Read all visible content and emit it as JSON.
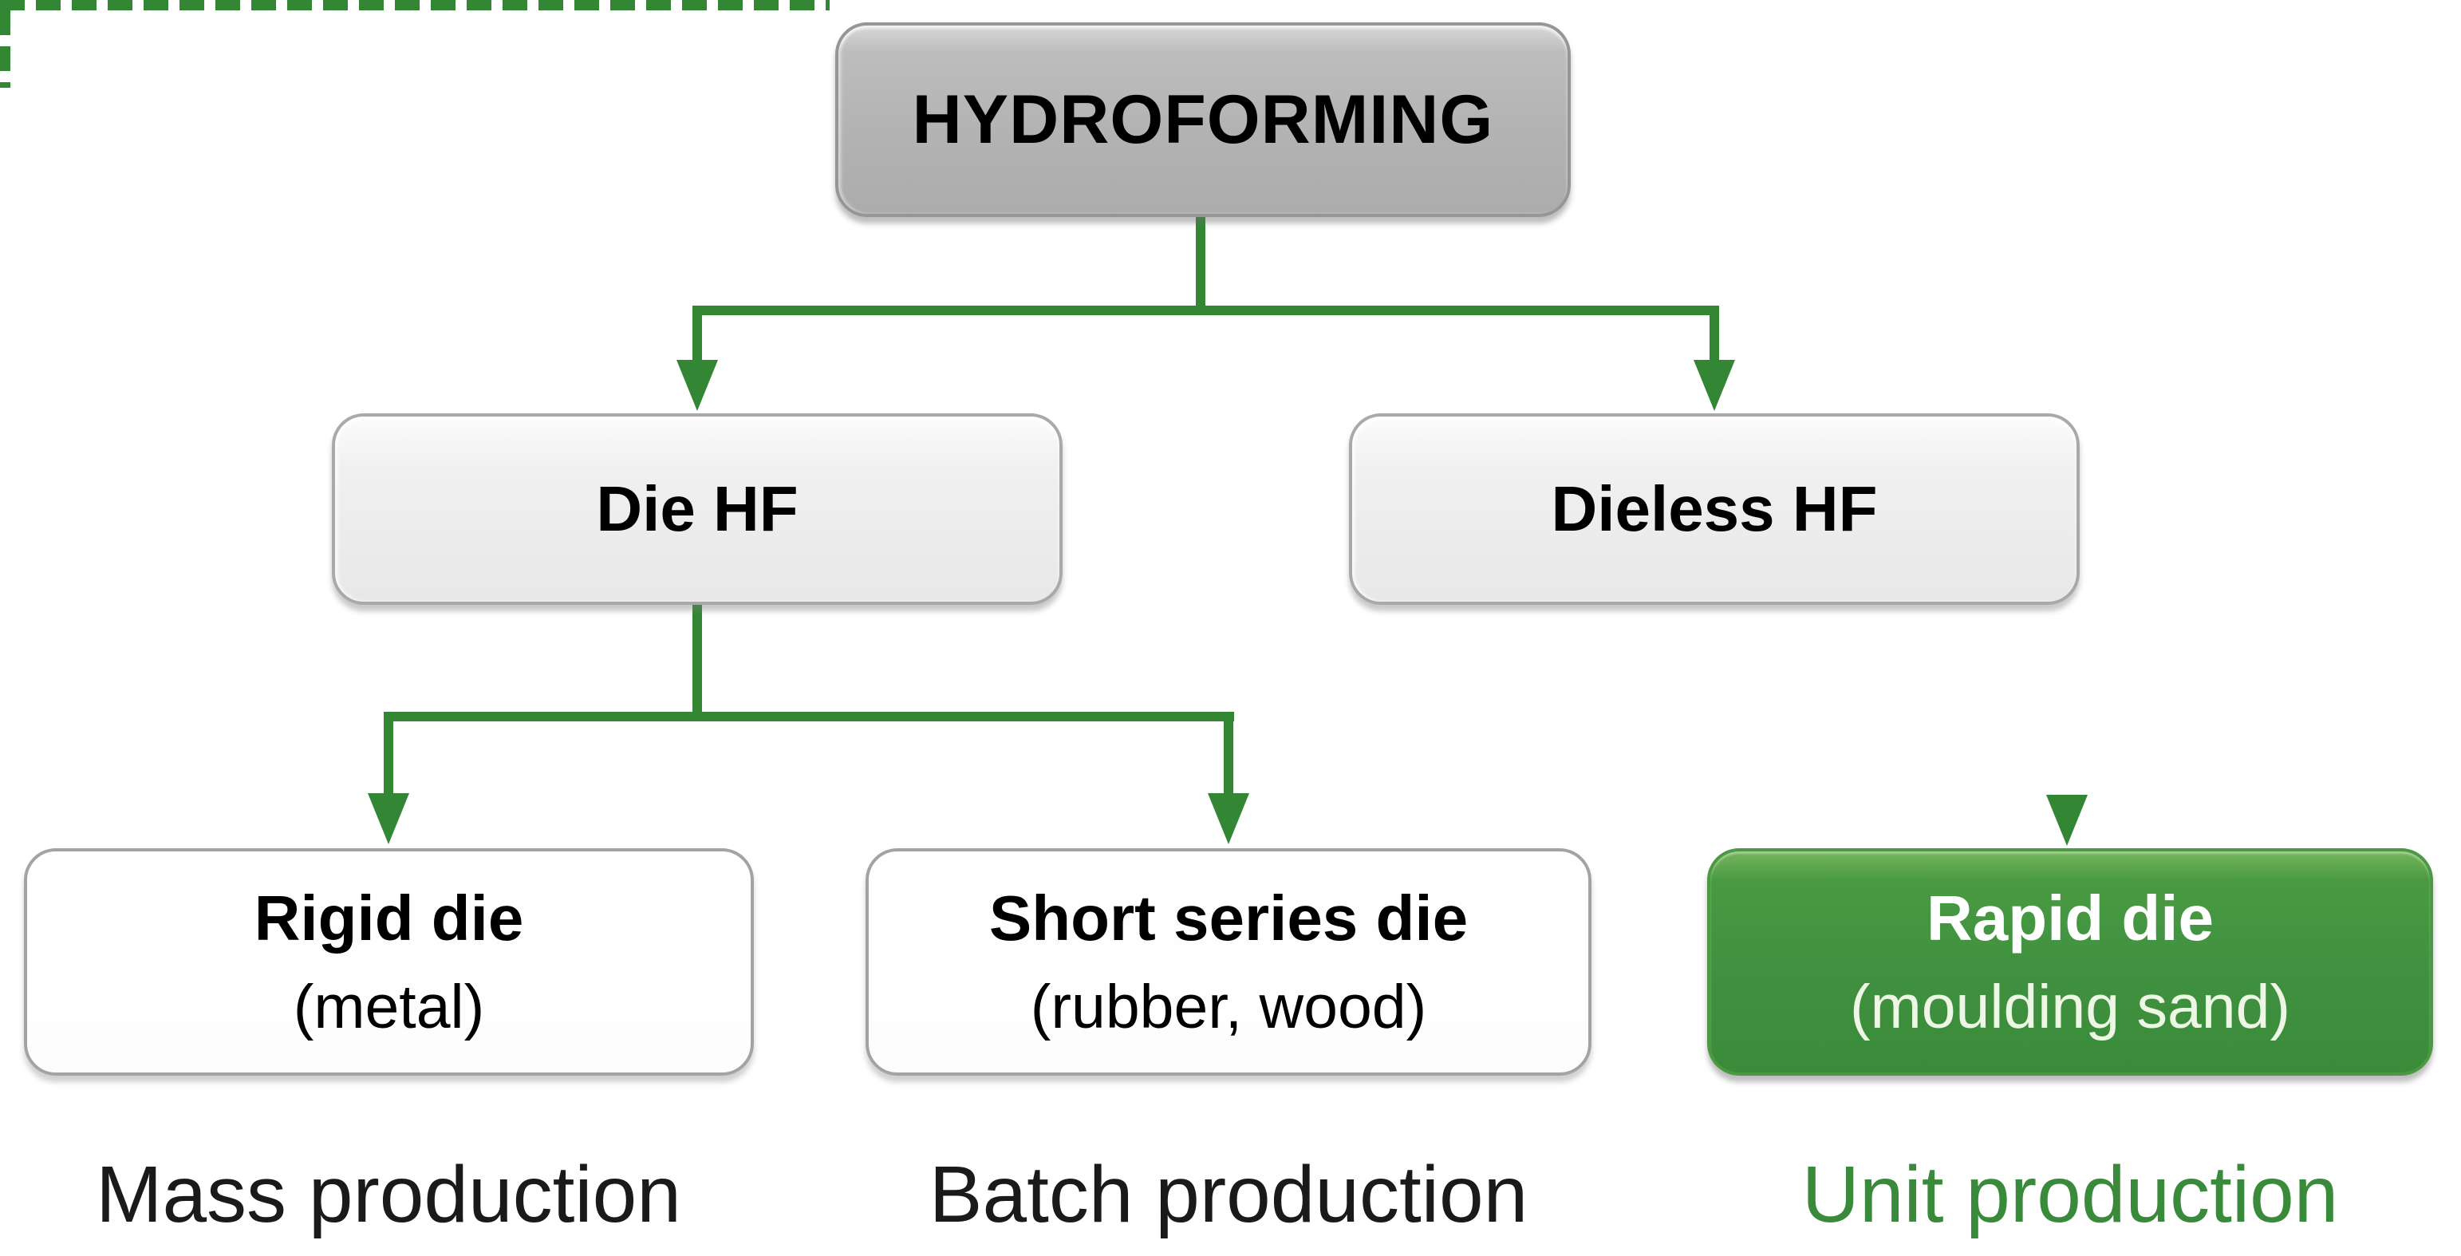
{
  "diagram": {
    "type": "tree",
    "nodes": {
      "root": {
        "label": "HYDROFORMING"
      },
      "die_hf": {
        "label": "Die HF"
      },
      "dieless_hf": {
        "label": "Dieless HF"
      },
      "rigid_die": {
        "title": "Rigid die",
        "subtitle": "(metal)"
      },
      "short_series_die": {
        "title": "Short series die",
        "subtitle": "(rubber, wood)"
      },
      "rapid_die": {
        "title": "Rapid die",
        "subtitle": "(moulding sand)",
        "highlighted": true
      }
    },
    "production_labels": {
      "mass": "Mass production",
      "batch": "Batch production",
      "unit": "Unit production"
    },
    "edges": [
      {
        "from": "HYDROFORMING",
        "to": "Die HF",
        "style": "solid"
      },
      {
        "from": "HYDROFORMING",
        "to": "Dieless HF",
        "style": "solid"
      },
      {
        "from": "Die HF",
        "to": "Rigid die",
        "style": "solid"
      },
      {
        "from": "Die HF",
        "to": "Short series die",
        "style": "solid"
      },
      {
        "from": "Die HF",
        "to": "Rapid die",
        "style": "dashed"
      }
    ],
    "colors": {
      "connector_green": "#338634",
      "highlight_box_green": "#3f9140",
      "unit_label_green": "#3a8a3c",
      "root_box_gray": "#b2b2b2",
      "level1_box_gray": "#e8e8e8",
      "text_black": "#000000",
      "background": "#ffffff"
    }
  }
}
